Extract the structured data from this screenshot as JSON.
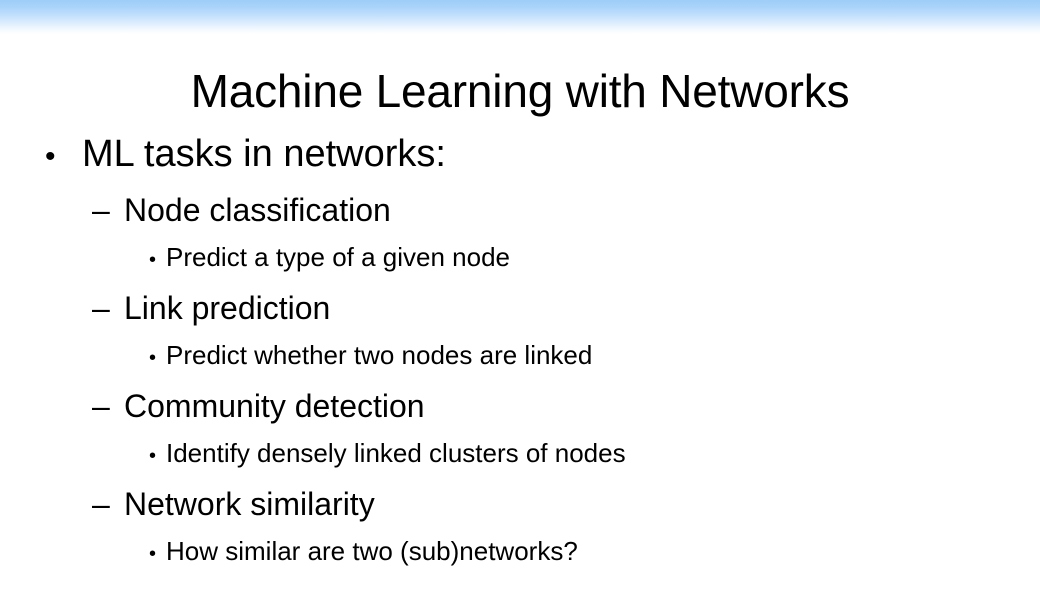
{
  "slide": {
    "title": "Machine Learning with Networks",
    "theme": {
      "background_color": "#ffffff",
      "band_top_color": "#9ecdf8",
      "band_bottom_color": "#ffffff",
      "text_color": "#000000"
    },
    "markers": {
      "level1": "•",
      "level2": "–",
      "level3": "•"
    },
    "outline": [
      {
        "level": 1,
        "text": "ML tasks in networks:"
      },
      {
        "level": 2,
        "text": "Node classification"
      },
      {
        "level": 3,
        "text": "Predict a type of a given node"
      },
      {
        "level": 2,
        "text": "Link prediction"
      },
      {
        "level": 3,
        "text": "Predict whether two nodes are linked"
      },
      {
        "level": 2,
        "text": "Community detection"
      },
      {
        "level": 3,
        "text": "Identify densely linked clusters of nodes"
      },
      {
        "level": 2,
        "text": "Network similarity"
      },
      {
        "level": 3,
        "text": "How similar are two (sub)networks?"
      }
    ]
  }
}
